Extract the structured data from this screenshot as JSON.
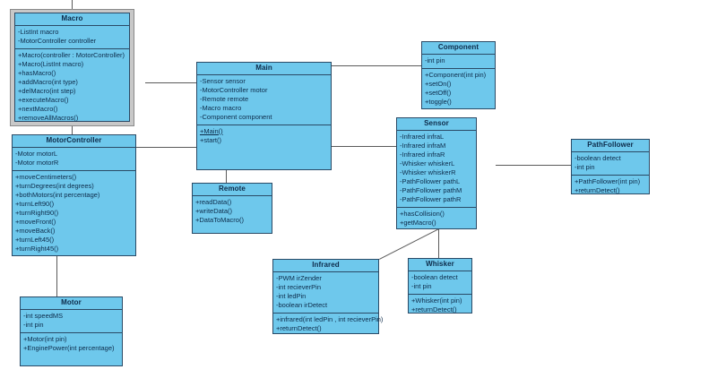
{
  "diagram": {
    "title": "UML Class Diagram",
    "type": "uml-class-diagram",
    "background_color": "#ffffff",
    "class_fill_color": "#6ec8ec",
    "class_border_color": "#2a4a66",
    "connector_color": "#5a5a5a",
    "selection_frame_color": "#c8c8c8"
  },
  "classes": {
    "macro": {
      "name": "Macro",
      "selected": true,
      "attributes": [
        "-ListInt macro",
        "-MotorController controller"
      ],
      "methods": [
        "+Macro(controller : MotorController)",
        "+Macro(ListInt macro)",
        "+hasMacro()",
        "+addMacro(int type)",
        "+delMacro(int step)",
        "+executeMacro()",
        "+nextMacro()",
        "+removeAllMacros()"
      ]
    },
    "motorcontroller": {
      "name": "MotorController",
      "selected": false,
      "attributes": [
        "-Motor motorL",
        "-Motor motorR"
      ],
      "methods": [
        "+moveCentimeters()",
        "+turnDegrees(int degrees)",
        "+bothMotors(int percentage)",
        "+turnLeft90()",
        "+turnRight90()",
        "+moveFront()",
        "+moveBack()",
        "+turnLeft45()",
        "+turnRight45()"
      ]
    },
    "motor": {
      "name": "Motor",
      "selected": false,
      "attributes": [
        "-int speedMS",
        "-int pin"
      ],
      "methods": [
        "+Motor(int pin)",
        "+EnginePower(int percentage)"
      ]
    },
    "main": {
      "name": "Main",
      "selected": false,
      "attributes": [
        "-Sensor sensor",
        "-MotorController motor",
        "-Remote remote",
        "-Macro macro",
        "-Component component"
      ],
      "methods": [
        "+Main()",
        "+start()"
      ],
      "static_methods": [
        "+Main()"
      ]
    },
    "remote": {
      "name": "Remote",
      "selected": false,
      "attributes": [],
      "methods": [
        "+readData()",
        "+writeData()",
        "+DataToMacro()"
      ]
    },
    "component": {
      "name": "Component",
      "selected": false,
      "attributes": [
        "-int pin"
      ],
      "methods": [
        "+Component(int pin)",
        "+setOn()",
        "+setOff()",
        "+toggle()"
      ]
    },
    "sensor": {
      "name": "Sensor",
      "selected": false,
      "attributes": [
        "-Infrared infraL",
        "-Infrared infraM",
        "-Infrared infraR",
        "-Whisker whiskerL",
        "-Whisker whiskerR",
        "-PathFollower pathL",
        "-PathFollower pathM",
        "-PathFollower pathR"
      ],
      "methods": [
        "+hasCollision()",
        "+getMacro()"
      ]
    },
    "pathfollower": {
      "name": "PathFollower",
      "selected": false,
      "attributes": [
        "-boolean detect",
        "-int pin"
      ],
      "methods": [
        "+PathFollower(int pin)",
        "+returnDetect()"
      ]
    },
    "infrared": {
      "name": "Infrared",
      "selected": false,
      "attributes": [
        "-PWM irZender",
        "-int recieverPin",
        "-int ledPin",
        "-boolean irDetect"
      ],
      "methods": [
        "+infrared(int ledPin , int recieverPin)",
        "+returnDetect()"
      ]
    },
    "whisker": {
      "name": "Whisker",
      "selected": false,
      "attributes": [
        "-boolean detect",
        "-int pin"
      ],
      "methods": [
        "+Whisker(int pin)",
        "+returnDetect()"
      ]
    }
  },
  "connections": [
    {
      "from": "macro",
      "to": "main",
      "style": "solid"
    },
    {
      "from": "motorcontroller",
      "to": "main",
      "style": "solid"
    },
    {
      "from": "motorcontroller",
      "to": "motor",
      "style": "solid"
    },
    {
      "from": "main",
      "to": "component",
      "style": "solid"
    },
    {
      "from": "main",
      "to": "sensor",
      "style": "solid"
    },
    {
      "from": "main",
      "to": "remote",
      "style": "solid"
    },
    {
      "from": "sensor",
      "to": "pathfollower",
      "style": "solid"
    },
    {
      "from": "sensor",
      "to": "whisker",
      "style": "solid"
    },
    {
      "from": "sensor",
      "to": "infrared",
      "style": "diagonal"
    }
  ]
}
